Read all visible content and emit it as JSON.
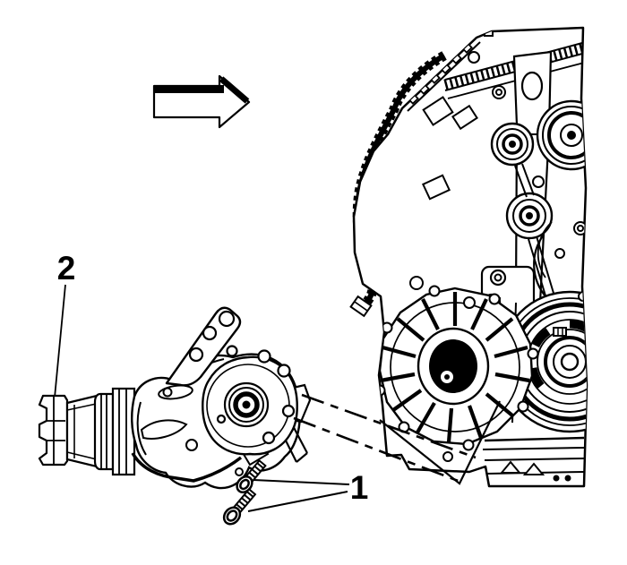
{
  "illustration": {
    "background_color": "#ffffff",
    "line_color": "#000000",
    "arrow_direction": "right",
    "callouts": {
      "one": "1",
      "two": "2"
    }
  }
}
